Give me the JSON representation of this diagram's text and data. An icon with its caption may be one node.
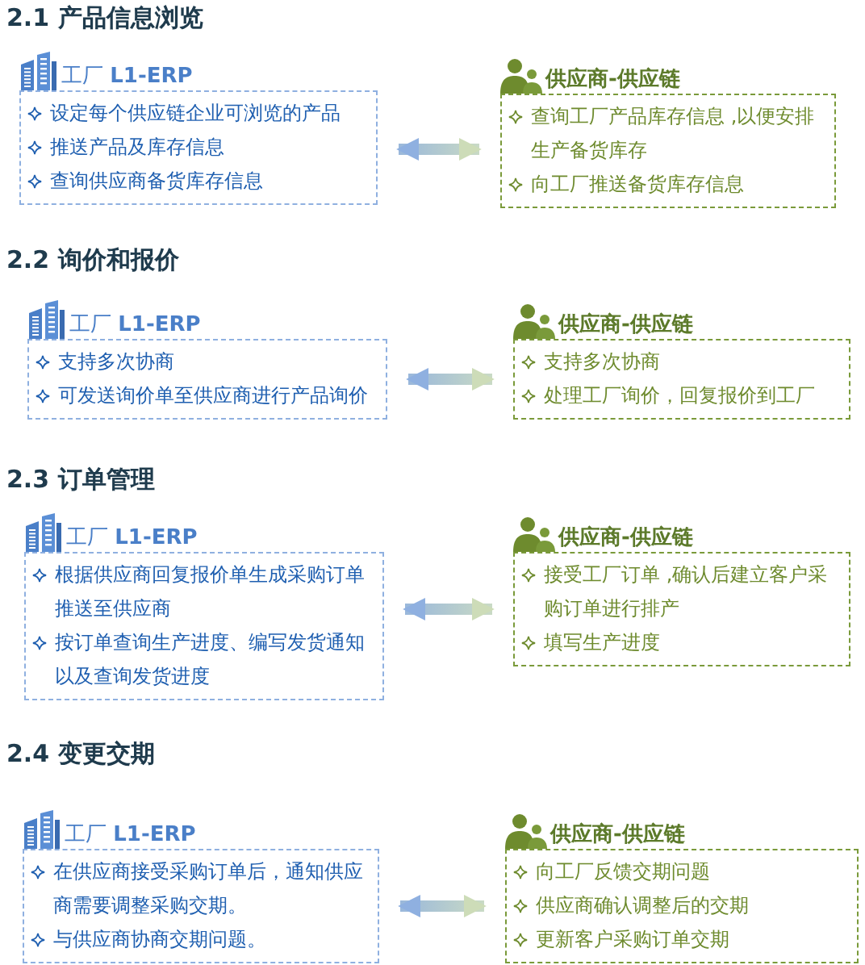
{
  "diagram": {
    "nodes": [
      {
        "text": [
          "工厂 **L1-ERP**",
          "设定每个供应链企业可浏览的产品",
          "推送产品及库存信息",
          "查询供应商备货库存信息"
        ]
      },
      {
        "text": [
          "供应商-供应链",
          "查询工厂产品库存信息 ,以便安排生产备货库存",
          "向工厂推送备货库存信息"
        ]
      },
      {
        "text": [
          "工厂 **L1-ERP**",
          "支持多次协商",
          "可发送询价单至供应商进行产品询价"
        ]
      },
      {
        "text": [
          "供应商-供应链",
          "支持多次协商",
          "处理工厂询价，回复报价到工厂"
        ]
      },
      {
        "text": [
          "工厂 **L1-ERP**",
          "根据供应商回复报价单生成采购订单推送至供应商",
          "按订单查询生产进度、编写发货通知以及查询发货进度"
        ]
      },
      {
        "text": [
          "供应商-供应链",
          "接受工厂订单 ,确认后建立客户采购订单进行排产",
          "填写生产进度"
        ]
      },
      {
        "text": [
          "工厂 **L1-ERP**",
          "在供应商接受采购订单后，通知供应商需要调整采购交期。",
          "与供应商协商交期问题。"
        ]
      },
      {
        "text": [
          "供应商-供应链",
          "向工厂反馈交期问题",
          "供应商确认调整后的交期",
          "更新客户采购订单交期"
        ]
      }
    ],
    "edges": [
      {
        "from": 0,
        "to": 1,
        "arrow": "both"
      },
      {
        "from": 2,
        "to": 3,
        "arrow": "both"
      },
      {
        "from": 4,
        "to": 5,
        "arrow": "both"
      },
      {
        "from": 6,
        "to": 7,
        "arrow": "both"
      }
    ],
    "labels": [
      "2.1 产品信息浏览",
      "2.2 询价和报价",
      "2.3 订单管理",
      "2.4 变更交期"
    ]
  }
}
